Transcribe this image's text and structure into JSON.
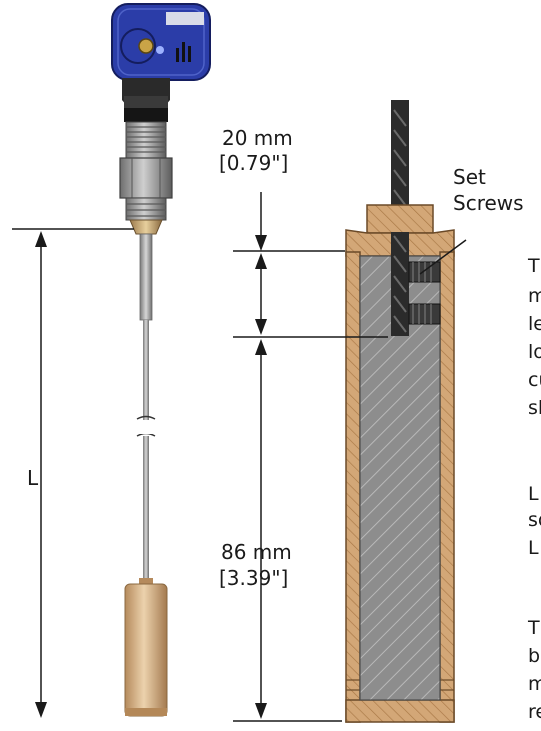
{
  "labels": {
    "top_dim_mm": "20 mm",
    "top_dim_in": "[0.79\"]",
    "set_1": "Set",
    "set_2": "Screws",
    "L": "L",
    "body_dim_mm": "86 mm",
    "body_dim_in": "[3.39\"]"
  },
  "side_text": {
    "lines": [
      "T",
      "m",
      "le",
      "lo",
      "cu",
      "sl",
      "",
      "L",
      "so",
      "L",
      "",
      "T",
      "b",
      "m",
      "re"
    ]
  },
  "colors": {
    "housing_blue": "#2b3da8",
    "bronze": "#c79a6a",
    "weight_gray": "#8e8e8e",
    "ink": "#1a1a1a"
  }
}
